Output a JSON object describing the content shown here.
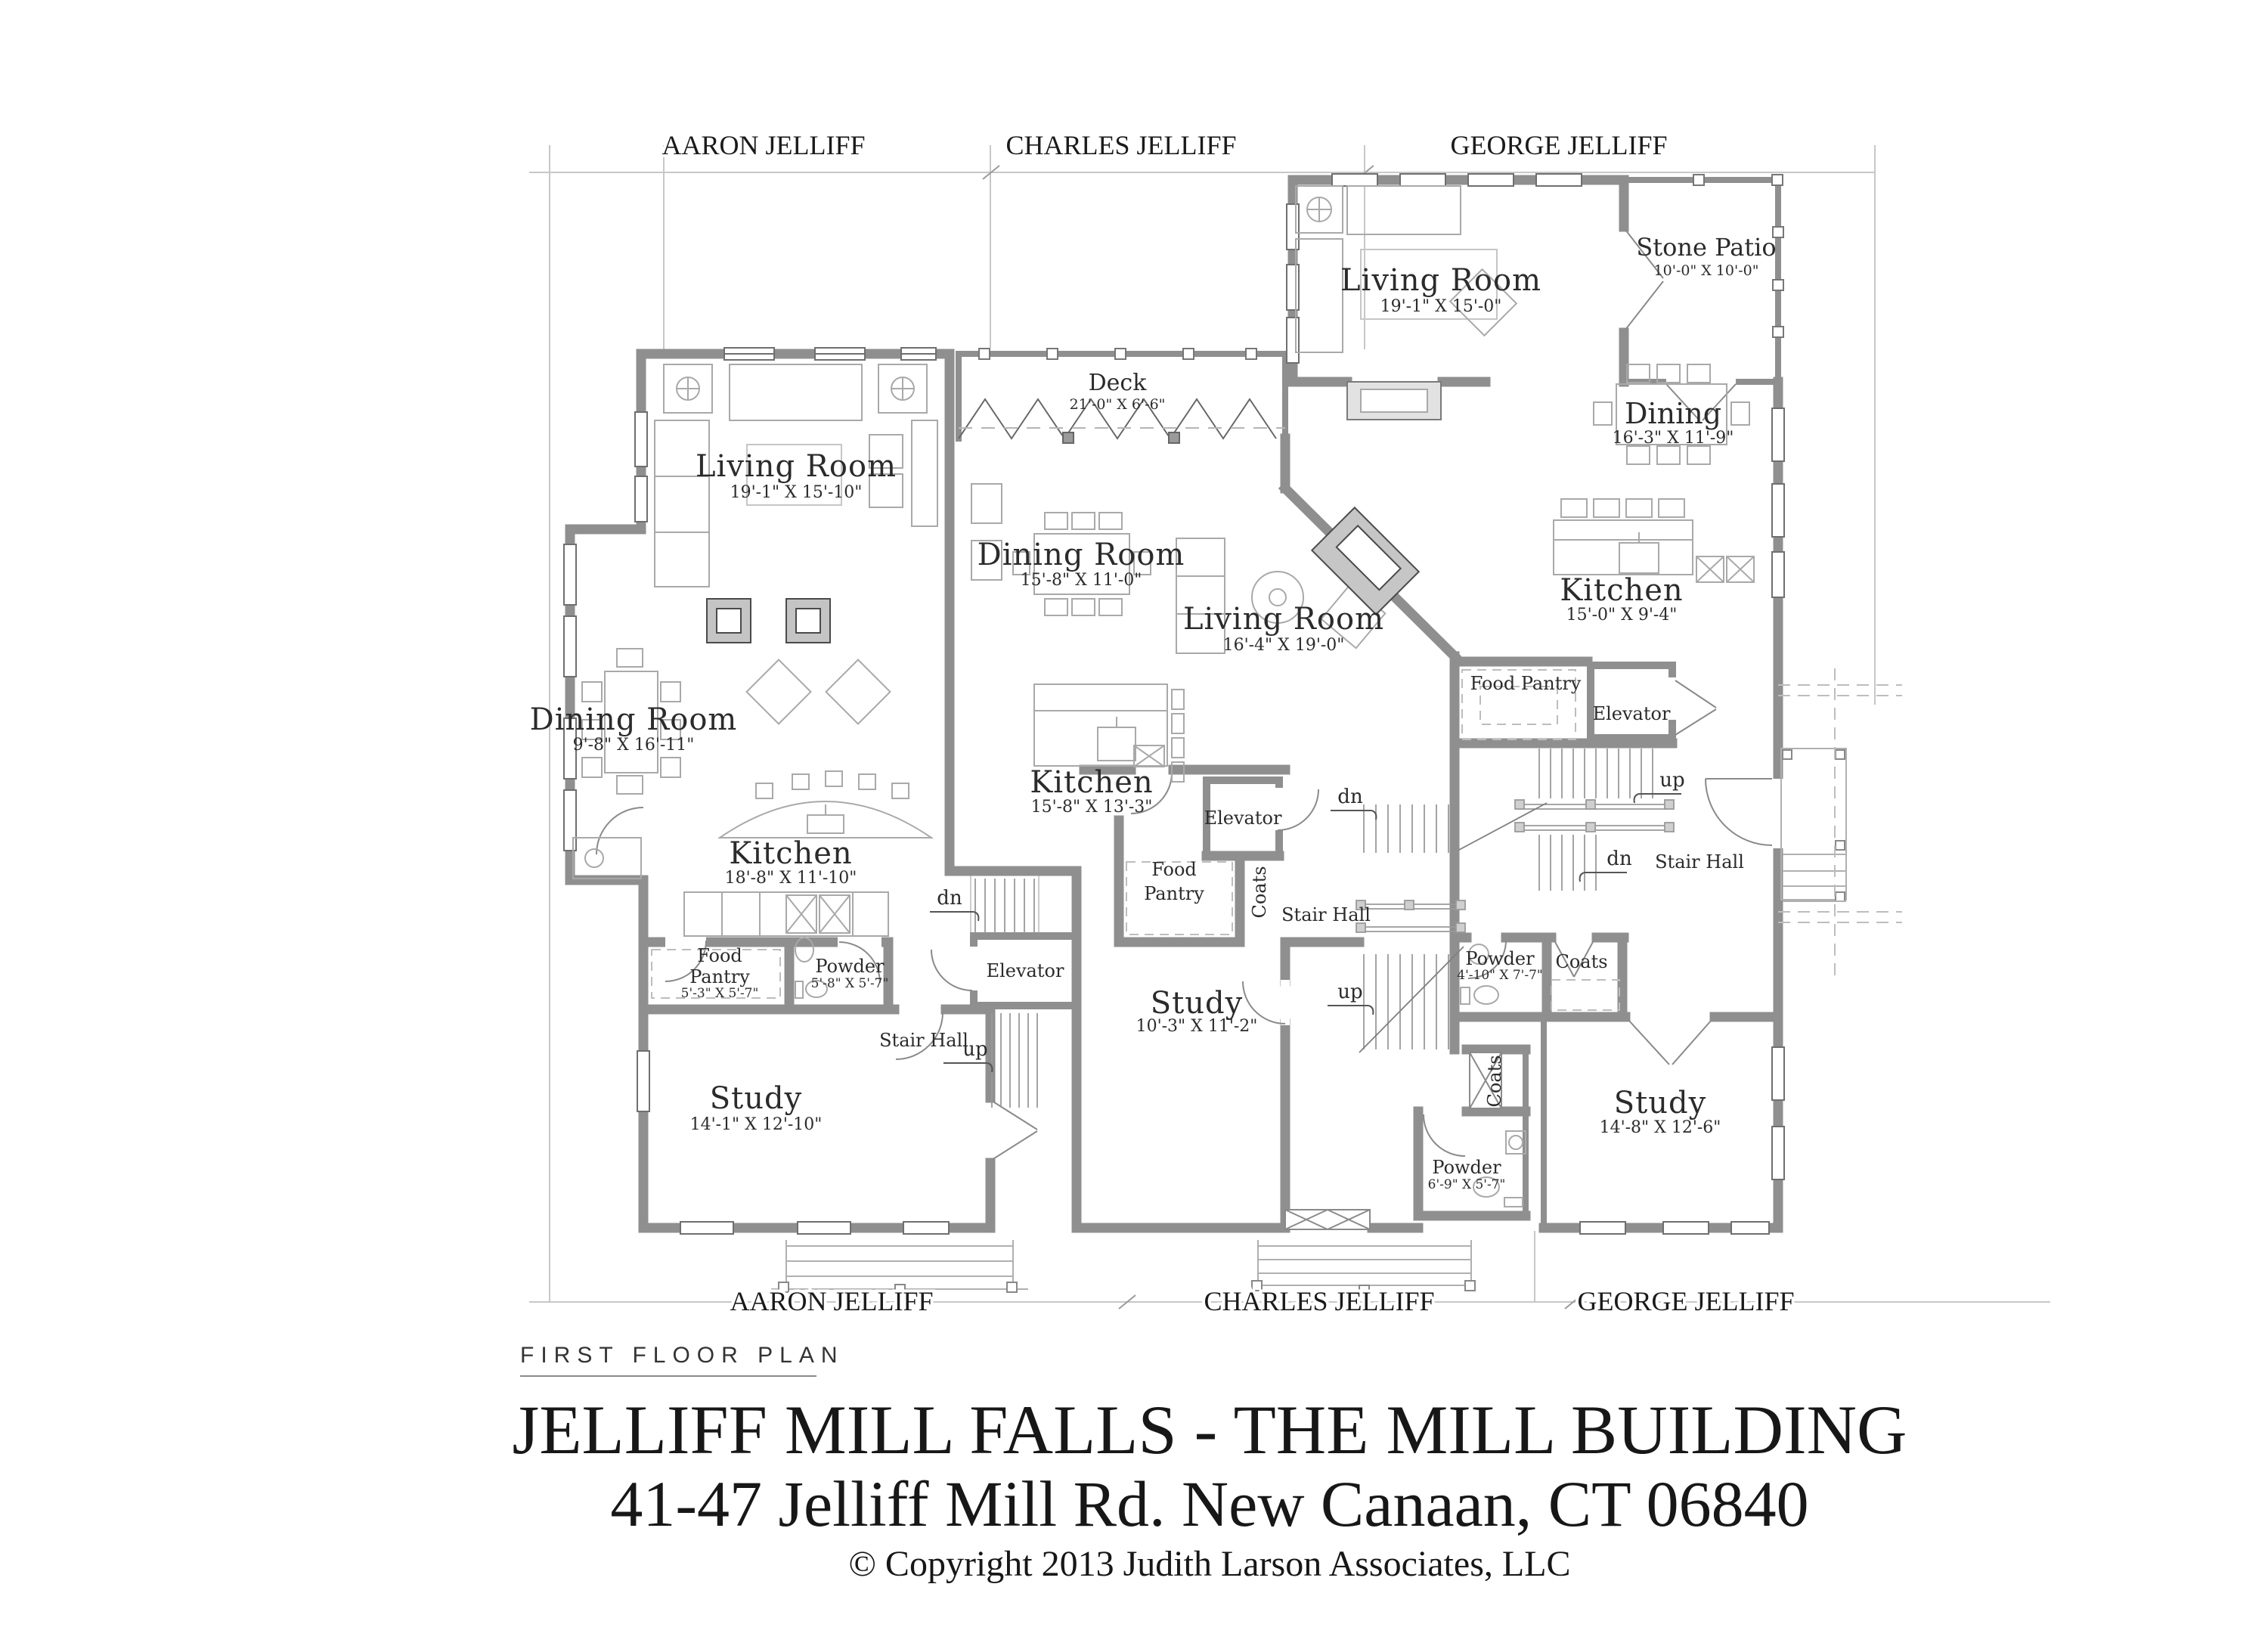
{
  "bands": {
    "top": [
      "AARON JELLIFF",
      "CHARLES JELLIFF",
      "GEORGE JELLIFF"
    ],
    "bottom": [
      "AARON JELLIFF",
      "CHARLES JELLIFF",
      "GEORGE JELLIFF"
    ]
  },
  "units": {
    "aaron": {
      "living_room": {
        "name": "Living Room",
        "dims": "19'-1\" X 15'-10\""
      },
      "dining_room": {
        "name": "Dining Room",
        "dims": "9'-8\" X 16'-11\""
      },
      "kitchen": {
        "name": "Kitchen",
        "dims": "18'-8\" X 11'-10\""
      },
      "food_pantry": {
        "name1": "Food",
        "name2": "Pantry",
        "dims": "5'-3\" X 5'-7\""
      },
      "powder": {
        "name": "Powder",
        "dims": "5'-8\" X 5'-7\""
      },
      "study": {
        "name": "Study",
        "dims": "14'-1\" X 12'-10\""
      },
      "elevator": {
        "name": "Elevator"
      },
      "stair_hall": {
        "name": "Stair Hall"
      }
    },
    "charles": {
      "deck": {
        "name": "Deck",
        "dims": "21'-0\" X 6'-6\""
      },
      "dining_room": {
        "name": "Dining Room",
        "dims": "15'-8\" X 11'-0\""
      },
      "living_room": {
        "name": "Living Room",
        "dims": "16'-4\" X 19'-0\""
      },
      "kitchen": {
        "name": "Kitchen",
        "dims": "15'-8\" X 13'-3\""
      },
      "elevator": {
        "name": "Elevator"
      },
      "food_pantry": {
        "name1": "Food",
        "name2": "Pantry"
      },
      "coats": {
        "name": "Coats"
      },
      "stair_hall": {
        "name": "Stair Hall"
      },
      "study": {
        "name": "Study",
        "dims": "10'-3\" X 11'-2\""
      },
      "entry_coats": {
        "name": "Coats"
      },
      "entry_powder": {
        "name": "Powder",
        "dims": "6'-9\" X 5'-7\""
      }
    },
    "george": {
      "living_room": {
        "name": "Living Room",
        "dims": "19'-1\" X 15'-0\""
      },
      "stone_patio": {
        "name": "Stone Patio",
        "dims": "10'-0\" X 10'-0\""
      },
      "dining": {
        "name": "Dining",
        "dims": "16'-3\" X 11'-9\""
      },
      "kitchen": {
        "name": "Kitchen",
        "dims": "15'-0\" X 9'-4\""
      },
      "food_pantry": {
        "name": "Food Pantry"
      },
      "elevator": {
        "name": "Elevator"
      },
      "stair_hall": {
        "name": "Stair Hall"
      },
      "powder": {
        "name": "Powder",
        "dims": "4'-10\" X 7'-7\""
      },
      "coats": {
        "name": "Coats"
      },
      "study": {
        "name": "Study",
        "dims": "14'-8\" X 12'-6\""
      }
    }
  },
  "stairs": {
    "up": "up",
    "dn": "dn"
  },
  "title_block": {
    "plan_label": "FIRST FLOOR PLAN",
    "title": "JELLIFF MILL FALLS - THE MILL BUILDING",
    "address": "41-47 Jelliff Mill Rd. New Canaan, CT 06840",
    "copyright": "© Copyright 2013 Judith Larson Associates, LLC"
  }
}
